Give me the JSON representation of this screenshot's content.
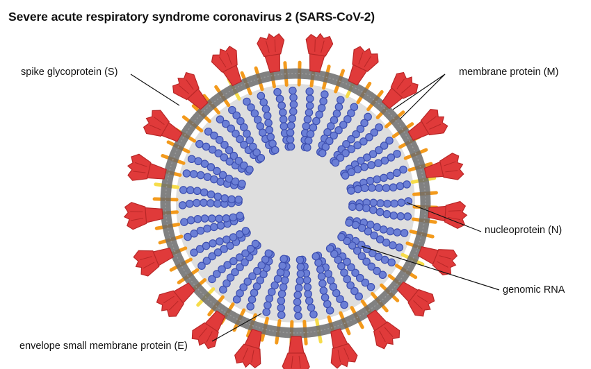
{
  "title": "Severe acute respiratory syndrome coronavirus 2 (SARS-CoV-2)",
  "labels": {
    "spike": "spike glycoprotein (S)",
    "membrane": "membrane protein (M)",
    "nucleoprotein": "nucleoprotein (N)",
    "rna": "genomic RNA",
    "envelope": "envelope small membrane protein (E)"
  },
  "colors": {
    "spike": "#e03a3a",
    "spike_dark": "#b82727",
    "membrane_protein": "#f39a1c",
    "envelope_protein": "#f6dc4a",
    "lipid_bilayer": "#6b6b6b",
    "interior": "#dedede",
    "nucleocapsid": "#6b7fd6",
    "nucleocapsid_dark": "#3d4fb0"
  }
}
